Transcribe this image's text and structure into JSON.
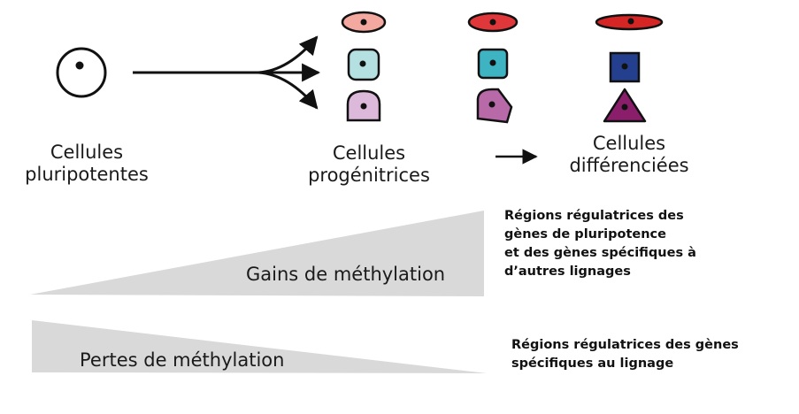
{
  "stages": [
    {
      "label": "Cellules pluripotentes",
      "line1": "Cellules",
      "line2": "pluripotentes"
    },
    {
      "label": "Cellules progénitrices",
      "line1": "Cellules",
      "line2": "progénitrices"
    },
    {
      "label": "Cellules différenciées",
      "line1": "Cellules",
      "line2": "différenciées"
    }
  ],
  "gains": {
    "label": "Gains de méthylation",
    "description": [
      "Régions régulatrices des",
      "gènes de pluripotence",
      "et des gènes spécifiques à",
      "d’autres lignages"
    ]
  },
  "losses": {
    "label": "Pertes de méthylation",
    "description": [
      "Régions régulatrices des gènes",
      "spécifiques au lignage"
    ]
  },
  "colors": {
    "ellipse": [
      "#f3a9a0",
      "#e0373a",
      "#d52524"
    ],
    "square": [
      "#b4e0e2",
      "#3eb3c2",
      "#233f8e"
    ],
    "third": [
      "#dcb9da",
      "#b86aa8",
      "#8b1e6b"
    ],
    "wedge": "#d9d9d9",
    "stroke": "#111111"
  }
}
